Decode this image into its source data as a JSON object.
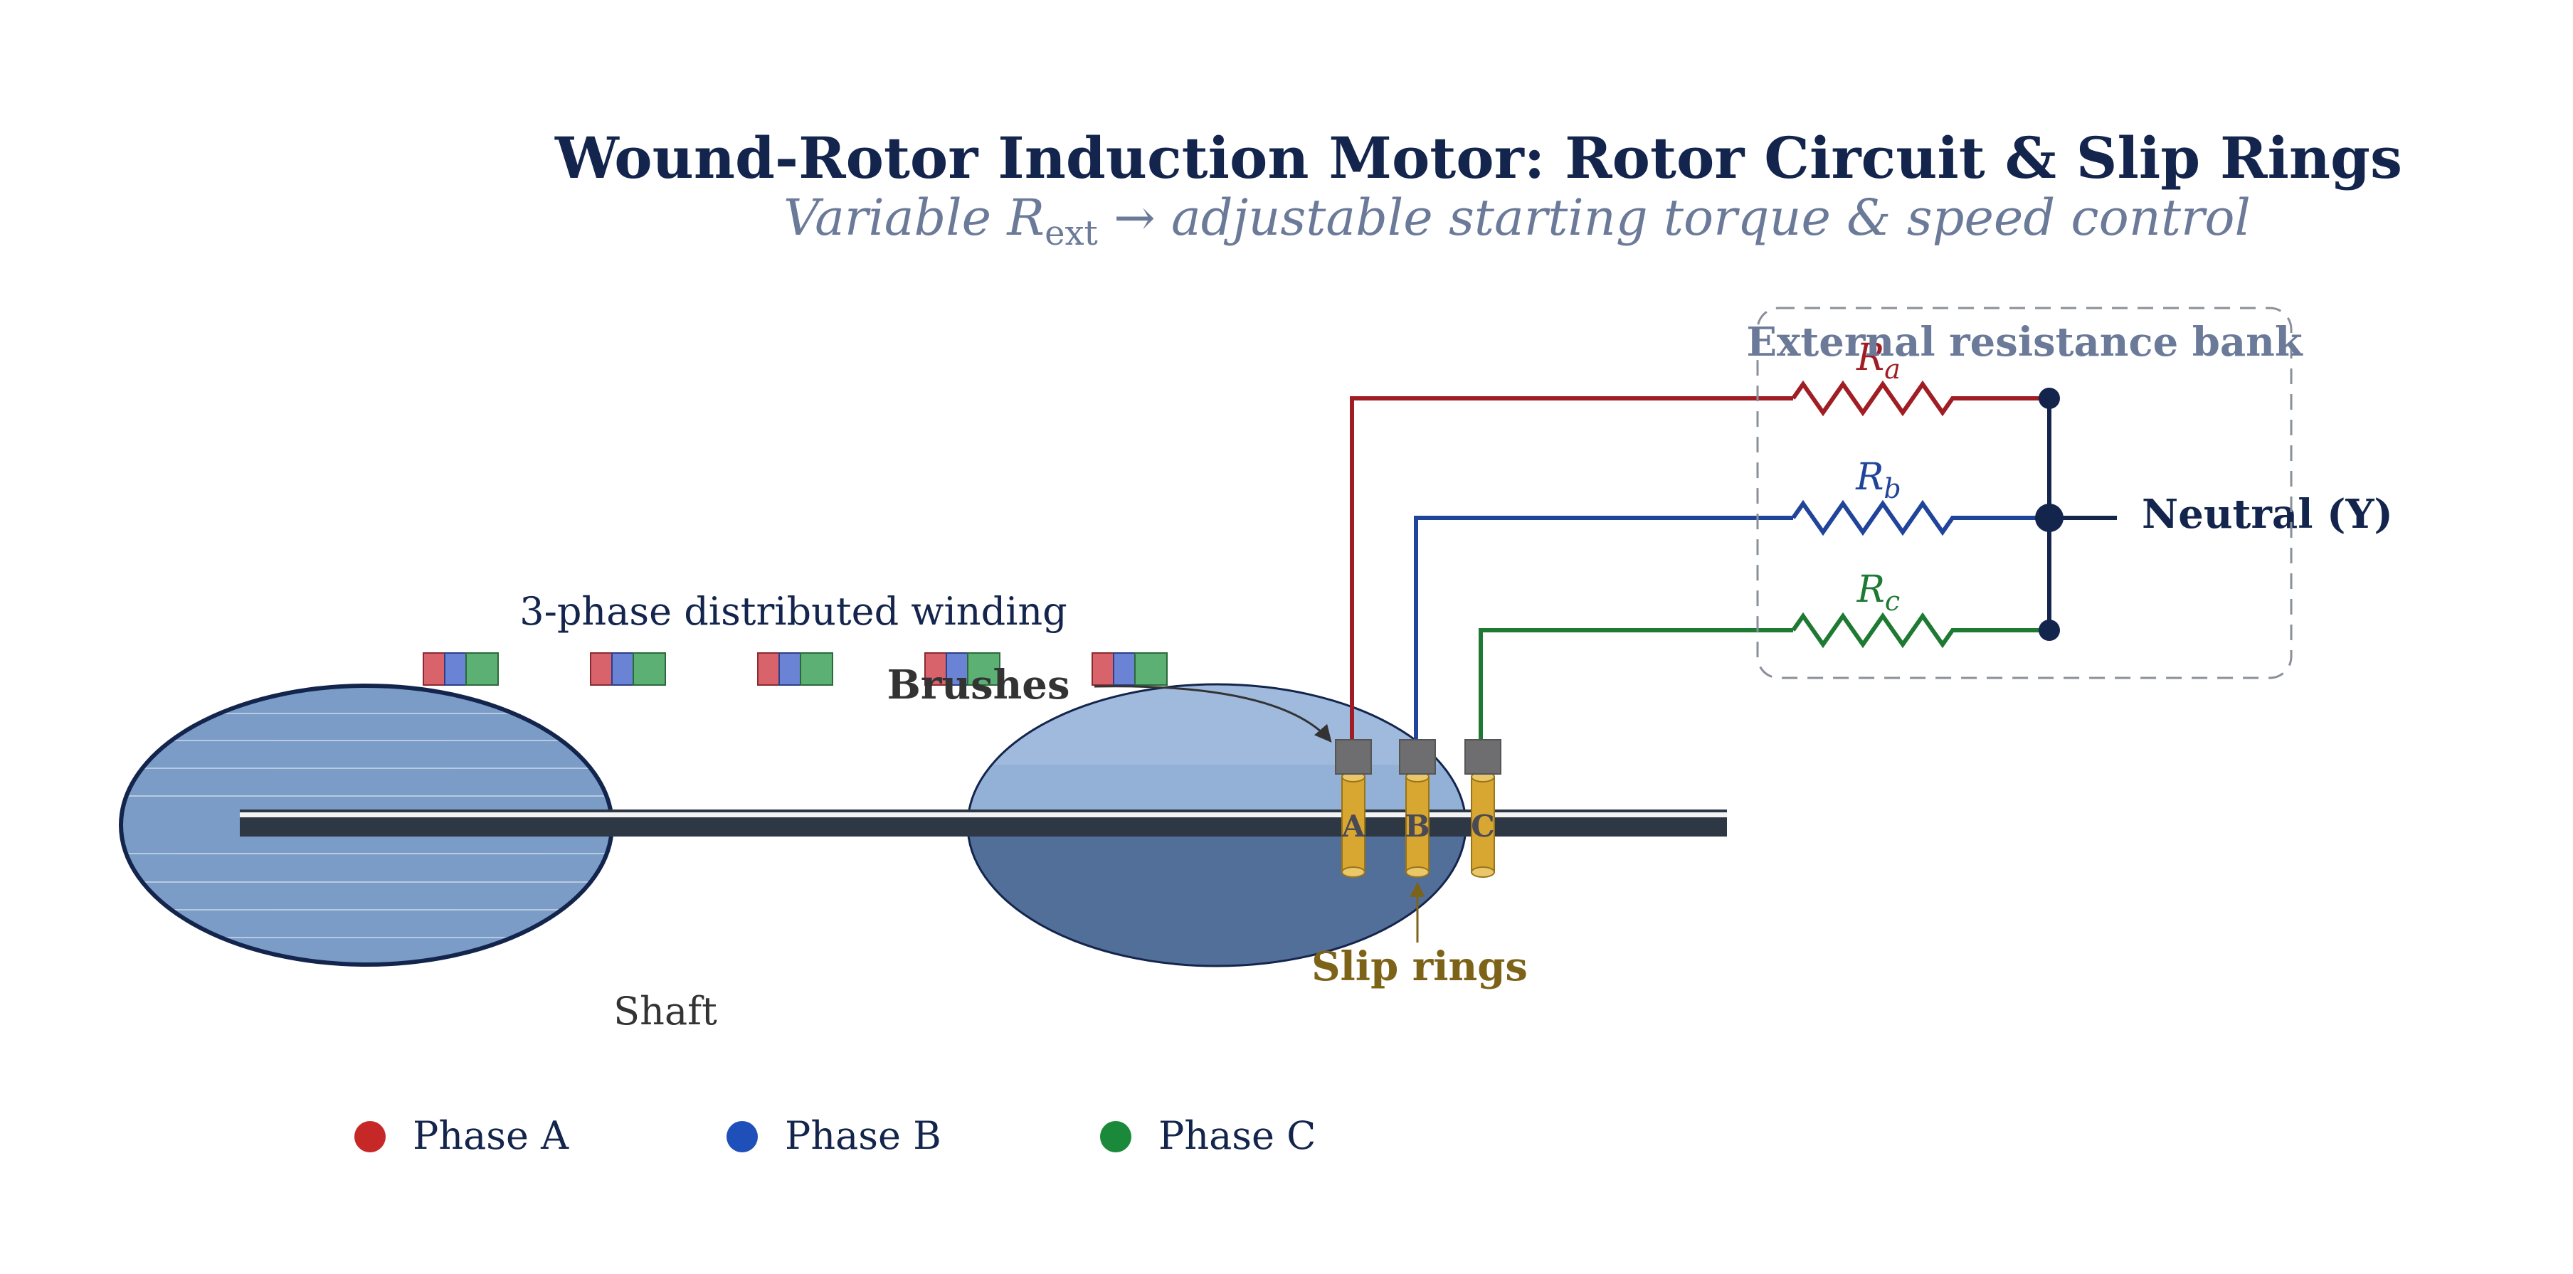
{
  "title": "Wound-Rotor Induction Motor: Rotor Circuit & Slip Rings",
  "subtitle": {
    "prefix": "Variable R",
    "subscript": "ext",
    "suffix": " → adjustable starting torque & speed control"
  },
  "labels": {
    "winding": "3-phase distributed winding",
    "brushes": "Brushes",
    "shaft": "Shaft",
    "slip_rings": "Slip rings",
    "resistance_bank": "External resistance bank",
    "neutral": "Neutral (Y)"
  },
  "rings": [
    "A",
    "B",
    "C"
  ],
  "resistors": [
    {
      "symbol": "R",
      "sub": "a",
      "color": "#a01d24"
    },
    {
      "symbol": "R",
      "sub": "b",
      "color": "#1f449a"
    },
    {
      "symbol": "R",
      "sub": "c",
      "color": "#1e7a33"
    }
  ],
  "legend": [
    {
      "label": "Phase A",
      "color": "#c62828"
    },
    {
      "label": "Phase B",
      "color": "#1f4fb8"
    },
    {
      "label": "Phase C",
      "color": "#1a8a3a"
    }
  ],
  "colors": {
    "title": "#14254d",
    "subtitle": "#6b7a99",
    "shaft": "#2e3744",
    "ring": "#d8a732",
    "brush": "#6e6e70",
    "stator_fill": "#7a9cc6",
    "rotor_light": "#93b1d6",
    "rotor_dark": "#516f98",
    "node": "#14254d",
    "box_border": "#8a8f99",
    "slip_label": "#7d6318"
  }
}
